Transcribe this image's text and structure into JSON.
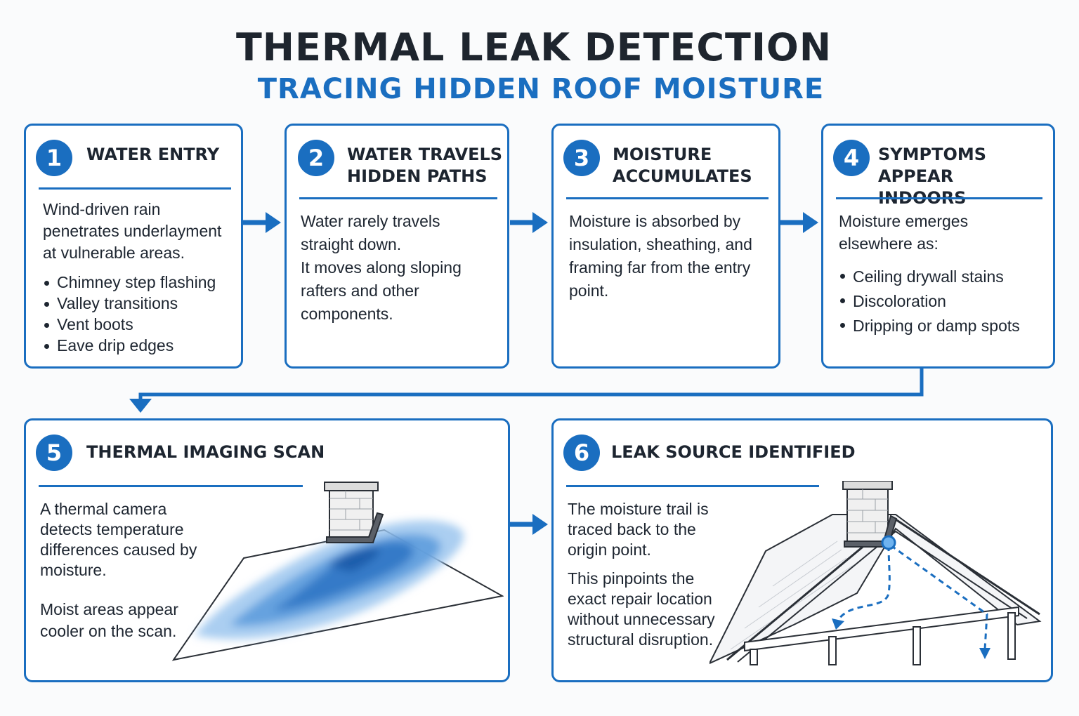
{
  "title": "THERMAL LEAK DETECTION",
  "subtitle": "TRACING HIDDEN ROOF MOISTURE",
  "colors": {
    "accent": "#1a6ec0",
    "text": "#1d2530",
    "background": "#fafbfc"
  },
  "steps": [
    {
      "number": "1",
      "title": "WATER ENTRY",
      "text": [
        "Wind-driven rain penetrates underlayment at vulnerable areas."
      ],
      "bullets": [
        "Chimney step flashing",
        "Valley transitions",
        "Vent boots",
        "Eave drip edges"
      ]
    },
    {
      "number": "2",
      "title": "WATER TRAVELS\nHIDDEN PATHS",
      "text": [
        "Water rarely travels straight down.",
        "It moves along sloping rafters and other components."
      ]
    },
    {
      "number": "3",
      "title": "MOISTURE\nACCUMULATES",
      "text": [
        "Moisture is absorbed by insulation, sheathing, and framing far from the entry point."
      ]
    },
    {
      "number": "4",
      "title": "SYMPTOMS APPEAR\nINDOORS",
      "text": [
        "Moisture emerges elsewhere as:"
      ],
      "bullets": [
        "Ceiling drywall stains",
        "Discoloration",
        "Dripping or damp spots"
      ]
    },
    {
      "number": "5",
      "title": "THERMAL IMAGING SCAN",
      "text": [
        "A thermal camera detects temperature differences caused by moisture.",
        "Moist areas appear cooler on the scan."
      ]
    },
    {
      "number": "6",
      "title": "LEAK SOURCE IDENTIFIED",
      "text": [
        "The moisture trail is traced back to the origin point.",
        "This pinpoints the exact repair location without unnecessary structural disruption."
      ]
    }
  ],
  "icons": [
    "arrow-right-icon",
    "chimney-icon",
    "thermal-scan-roof-icon",
    "roof-cross-section-icon",
    "moisture-origin-marker-icon"
  ]
}
